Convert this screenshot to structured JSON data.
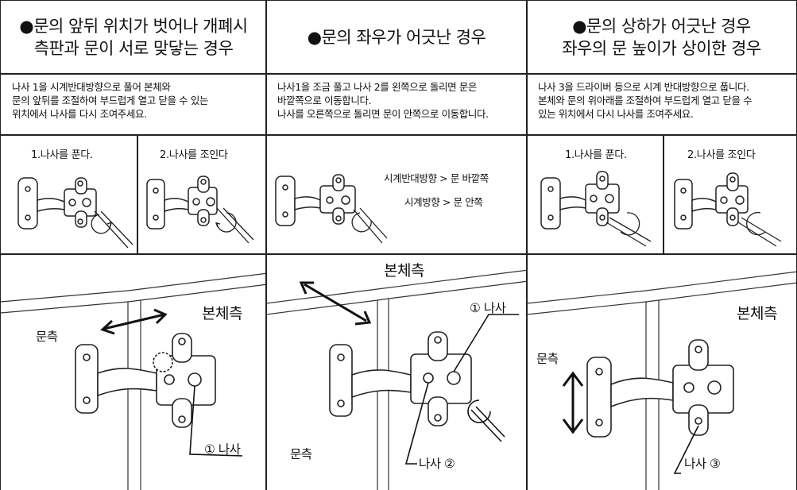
{
  "columns": [
    {
      "title_line1": "●문의 앞뒤 위치가 벗어나 개폐시",
      "title_line2": "측판과 문이 서로 맞닿는 경우",
      "desc_lines": [
        "나사 1을 시계반대방향으로 풀어 본체와",
        "문의 앞뒤를 조절하여 부드럽게 열고 닫을 수 있는",
        "위치에서 나사를 다시 조여주세요."
      ],
      "step1": "1.나사를 푼다.",
      "step2": "2.나사를 조인다",
      "body_label": "본체측",
      "door_label": "문측",
      "screw_label": "① 나사"
    },
    {
      "title_line1": "●문의 좌우가 어긋난 경우",
      "desc_lines": [
        "나사1을 조금 풀고 나사 2를 왼쪽으로 돌리면 문은",
        "바깥쪽으로 이동합니다.",
        "나사를 오른쪽으로 돌리면 문이 안쪽으로 이동합니다."
      ],
      "dir1": "시계반대방향 > 문 바깥쪽",
      "dir2": "시계방향 > 문 안쪽",
      "body_label": "본체측",
      "door_label": "문측",
      "screw1_label": "① 나사",
      "screw2_label": "나사 ②"
    },
    {
      "title_line1": "●문의 상하가 어긋난 경우",
      "title_line2": "좌우의 문 높이가 상이한 경우",
      "desc_lines": [
        "나사 3을 드라이버 등으로 시계 반대방향으로 풉니다.",
        "본체와 문의 위아래를 조절하여 부드럽게 열고 닫을 수",
        "있는 위치에서 다시 나사를 조여주세요."
      ],
      "step1": "1.나사를 푼다.",
      "step2": "2.나사를 조인다",
      "body_label": "본체측",
      "door_label": "문측",
      "screw_label": "나사 ③"
    }
  ]
}
